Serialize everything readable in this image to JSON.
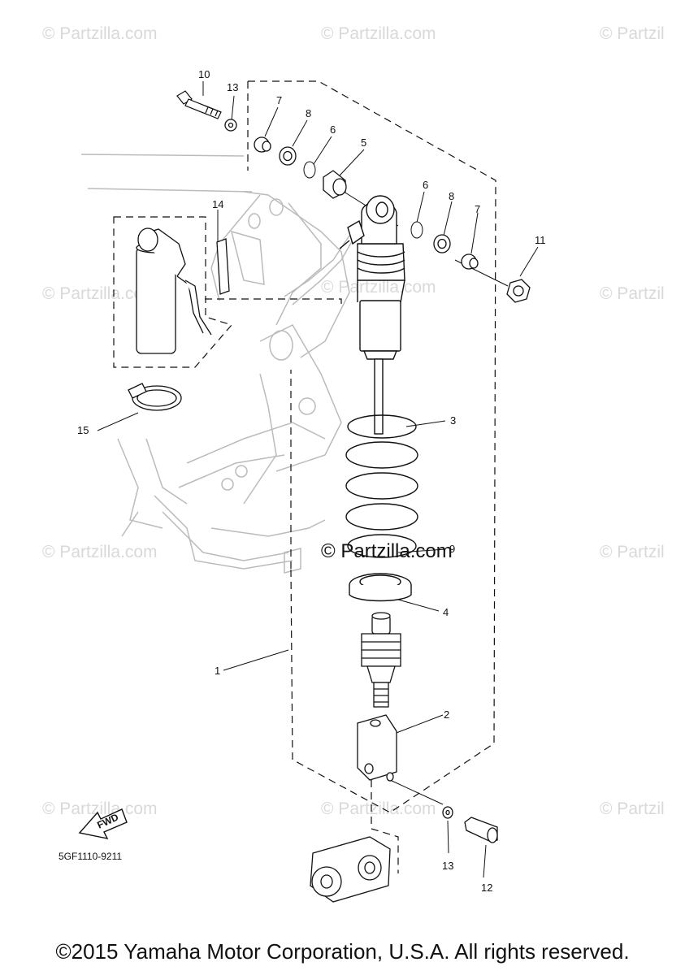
{
  "watermarks": {
    "tile": "© Partzilla.com",
    "tile_clipped": "© Partzil",
    "center": "© Partzilla.com"
  },
  "callouts": [
    "1",
    "2",
    "3",
    "4",
    "5",
    "6",
    "6",
    "7",
    "7",
    "8",
    "8",
    "9",
    "10",
    "11",
    "12",
    "13",
    "13",
    "14",
    "15"
  ],
  "diagram_code": "5GF1110-9211",
  "fwd_label": "FWD",
  "copyright": "©2015 Yamaha Motor Corporation, U.S.A. All rights reserved."
}
